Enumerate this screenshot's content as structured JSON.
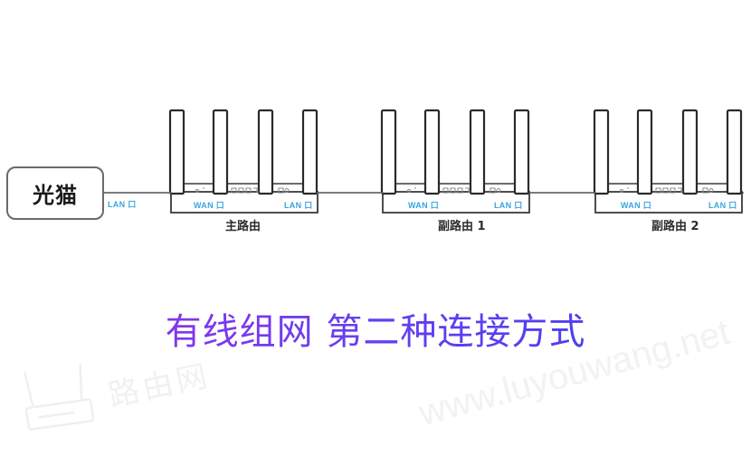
{
  "diagram": {
    "title": "有线组网 第二种连接方式",
    "modem": {
      "label": "光猫",
      "port_label": "LAN 口"
    },
    "routers": [
      {
        "name": "主路由",
        "wan_label": "WAN 口",
        "lan_label": "LAN 口"
      },
      {
        "name": "副路由 1",
        "wan_label": "WAN 口",
        "lan_label": "LAN 口"
      },
      {
        "name": "副路由 2",
        "wan_label": "WAN 口",
        "lan_label": "LAN 口"
      }
    ],
    "connections": [
      {
        "from": "光猫 LAN 口",
        "to": "主路由 WAN 口"
      },
      {
        "from": "主路由 LAN 口",
        "to": "副路由 1 WAN 口"
      },
      {
        "from": "副路由 1 LAN 口",
        "to": "副路由 2 WAN 口"
      }
    ],
    "colors": {
      "line": "#6a6a6a",
      "port_label": "#3aa5e0",
      "title_gradient_start": "#9b2fe8",
      "title_gradient_end": "#3a40f2"
    }
  },
  "watermark": {
    "brand": "路由网",
    "url": "www.luyouwang.net"
  }
}
